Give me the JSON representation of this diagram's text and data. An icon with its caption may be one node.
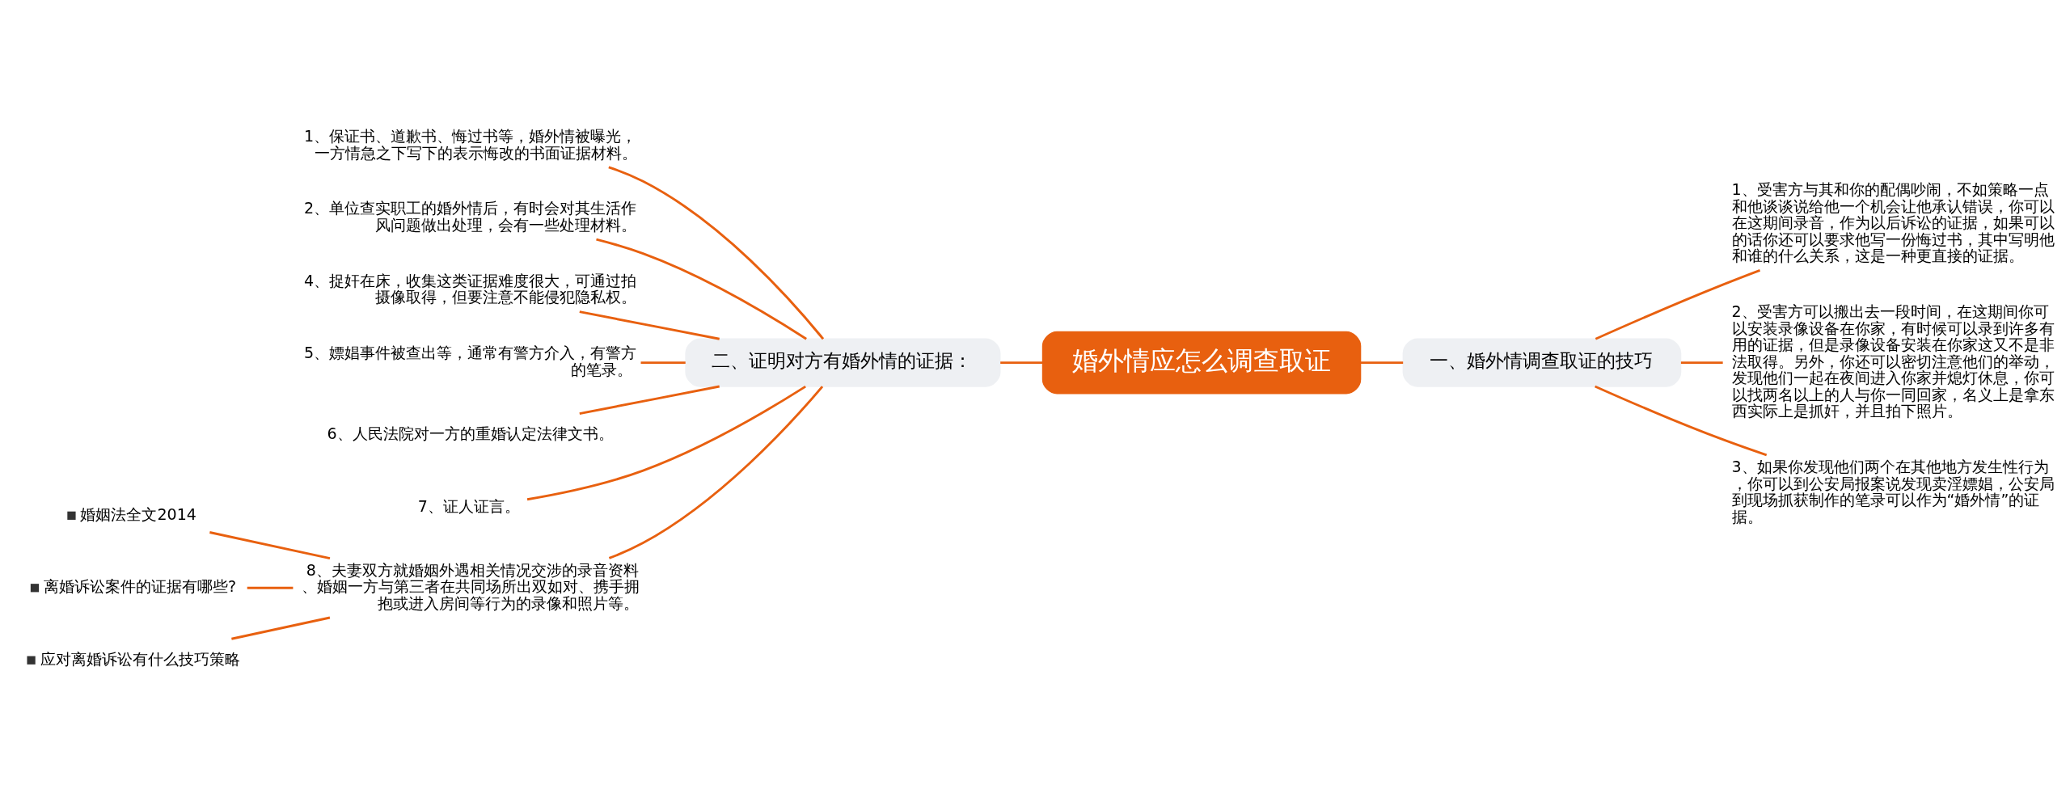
{
  "diagram": {
    "nodes": [
      {
        "text": [
          "婚外情应怎么调查取证"
        ]
      },
      {
        "text": [
          "二、证明对方有婚外情的证据："
        ]
      },
      {
        "text": [
          "一、婚外情调查取证的技巧"
        ]
      },
      {
        "text": [
          "1、保证书、道歉书、悔过书等，婚外情被曝光，一方情急之下写下的表示悔改的书面证据材料。"
        ]
      },
      {
        "text": [
          "2、单位查实职工的婚外情后，有时会对其生活作风问题做出处理，会有一些处理材料。"
        ]
      },
      {
        "text": [
          "4、捉奸在床，收集这类证据难度很大，可通过拍摄像取得，但要注意不能侵犯隐私权。"
        ]
      },
      {
        "text": [
          "5、嫖娼事件被查出等，通常有警方介入，有警方的笔录。"
        ]
      },
      {
        "text": [
          "6、人民法院对一方的重婚认定法律文书。"
        ]
      },
      {
        "text": [
          "7、证人证言。"
        ]
      },
      {
        "text": [
          "8、夫妻双方就婚姻外遇相关情况交涉的录音资料、婚姻一方与第三者在共同场所出双如对、携手拥抱或进入房间等行为的录像和照片等。"
        ]
      },
      {
        "text": [
          "1、受害方与其和你的配偶吵闹，不如策略一点和他谈谈说给他一个机会让他承认错误，你可以在这期间录音，作为以后诉讼的证据，如果可以的话你还可以要求他写一份悔过书，其中写明他和谁的什么关系，这是一种更直接的证据。"
        ]
      },
      {
        "text": [
          "2、受害方可以搬出去一段时间，在这期间你可以安装录像设备在你家，有时候可以录到许多有用的证据，但是录像设备安装在你家这又不是非法取得。另外，你还可以密切注意他们的举动，发现他们一起在夜间进入你家并熄灯休息，你可以找两名以上的人与你一同回家，名义上是拿东西实际上是抓奸，并且拍下照片。"
        ]
      },
      {
        "text": [
          "3、如果你发现他们两个在其他地方发生性行为，你可以到公安局报案说发现卖淫嫖娼，公安局到现场抓获制作的笔录可以作为“婚外情”的证据。"
        ]
      },
      {
        "text": [
          "婚姻法全文2014"
        ]
      },
      {
        "text": [
          "离婚诉讼案件的证据有哪些?"
        ]
      },
      {
        "text": [
          "应对离婚诉讼有什么技巧策略"
        ]
      }
    ],
    "edges": [
      {
        "from": 0,
        "to": 1,
        "arrow": "none"
      },
      {
        "from": 0,
        "to": 2,
        "arrow": "none"
      },
      {
        "from": 1,
        "to": 3,
        "arrow": "none"
      },
      {
        "from": 1,
        "to": 4,
        "arrow": "none"
      },
      {
        "from": 1,
        "to": 5,
        "arrow": "none"
      },
      {
        "from": 1,
        "to": 6,
        "arrow": "none"
      },
      {
        "from": 1,
        "to": 7,
        "arrow": "none"
      },
      {
        "from": 1,
        "to": 8,
        "arrow": "none"
      },
      {
        "from": 1,
        "to": 9,
        "arrow": "none"
      },
      {
        "from": 2,
        "to": 10,
        "arrow": "none"
      },
      {
        "from": 2,
        "to": 11,
        "arrow": "none"
      },
      {
        "from": 2,
        "to": 12,
        "arrow": "none"
      },
      {
        "from": 9,
        "to": 13,
        "arrow": "none"
      },
      {
        "from": 9,
        "to": 14,
        "arrow": "none"
      },
      {
        "from": 9,
        "to": 15,
        "arrow": "none"
      }
    ]
  }
}
